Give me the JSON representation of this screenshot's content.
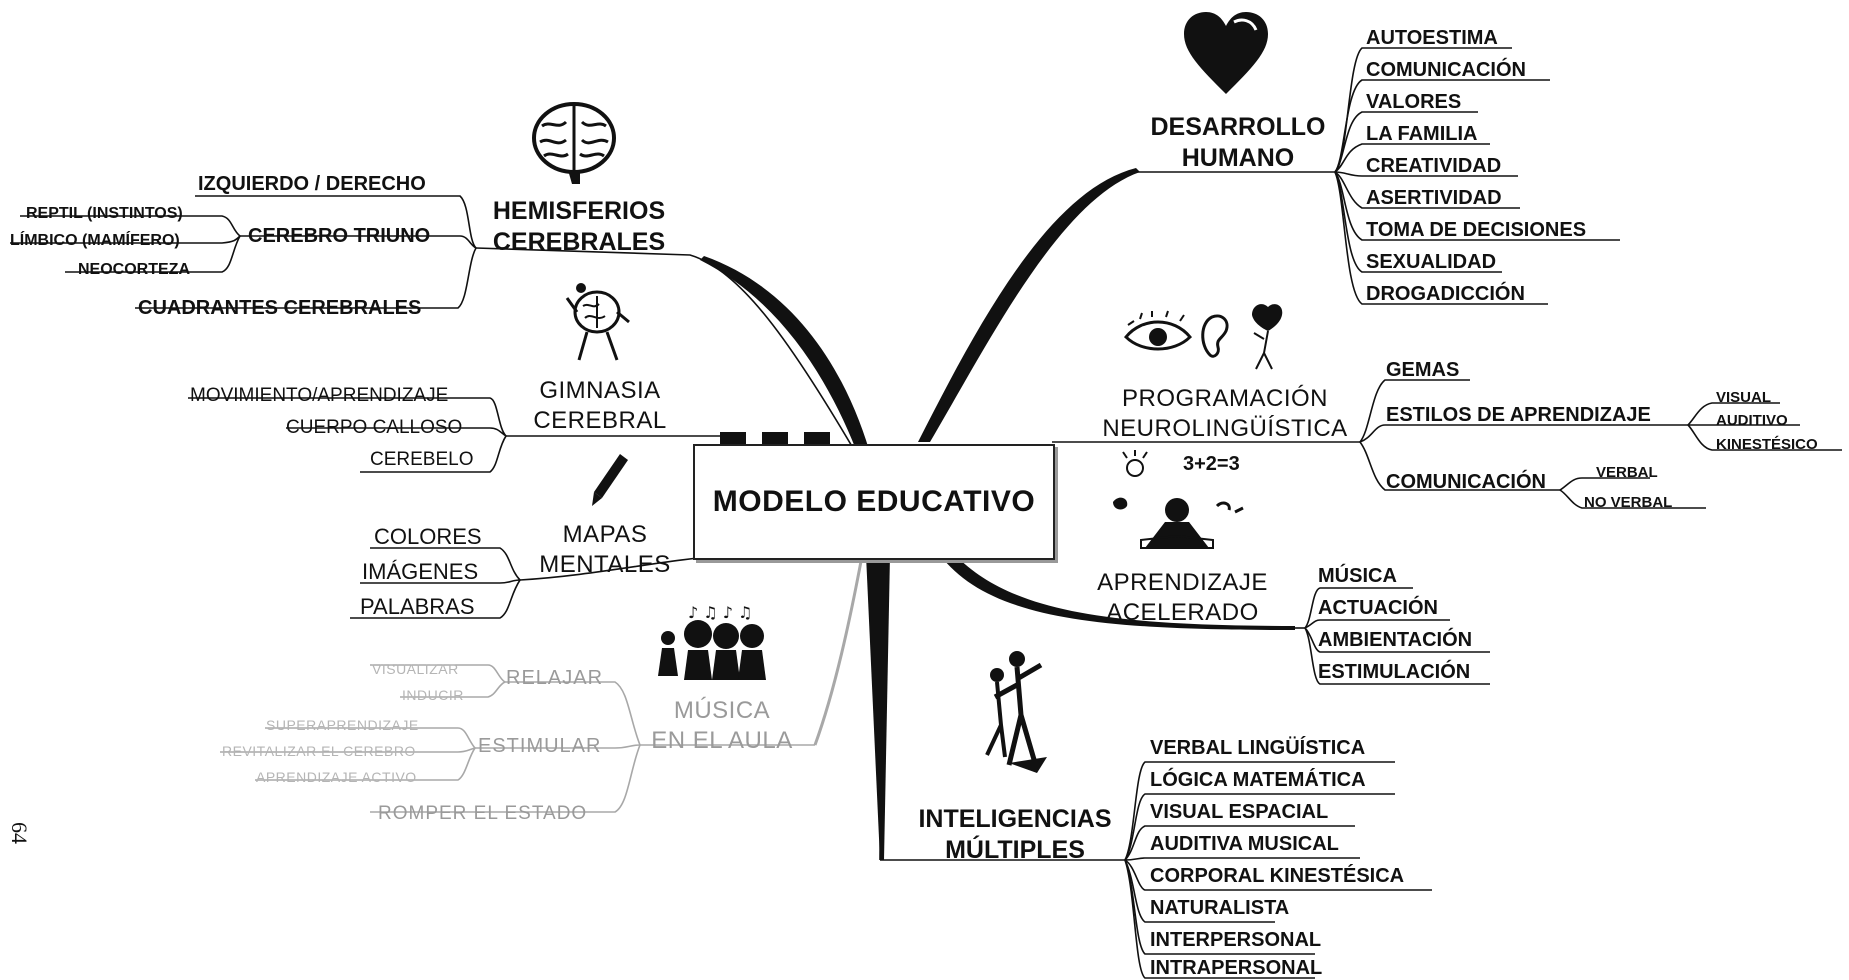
{
  "center": {
    "label": "MODELO EDUCATIVO"
  },
  "page_number": "64",
  "branches": {
    "desarrollo_humano": {
      "title_line1": "DESARROLLO",
      "title_line2": "HUMANO",
      "icon": "heart-icon",
      "items": [
        "AUTOESTIMA",
        "COMUNICACIÓN",
        "VALORES",
        "LA FAMILIA",
        "CREATIVIDAD",
        "ASERTIVIDAD",
        "TOMA DE DECISIONES",
        "SEXUALIDAD",
        "DROGADICCIÓN"
      ]
    },
    "pnl": {
      "title_line1": "PROGRAMACIÓN",
      "title_line2": "NEUROLINGÜÍSTICA",
      "icon": "eye-ear-heart-icon",
      "gemas": "GEMAS",
      "estilos": "ESTILOS DE APRENDIZAJE",
      "estilos_items": [
        "VISUAL",
        "AUDITIVO",
        "KINESTÉSICO"
      ],
      "comunicacion": "COMUNICACIÓN",
      "comunicacion_items": [
        "VERBAL",
        "NO VERBAL"
      ]
    },
    "aprendizaje_acelerado": {
      "title_line1": "APRENDIZAJE",
      "title_line2": "ACELERADO",
      "icon": "student-reading-icon",
      "items": [
        "MÚSICA",
        "ACTUACIÓN",
        "AMBIENTACIÓN",
        "ESTIMULACIÓN"
      ]
    },
    "inteligencias": {
      "title_line1": "INTELIGENCIAS",
      "title_line2": "MÚLTIPLES",
      "icon": "dancing-figures-icon",
      "items": [
        "VERBAL LINGÜÍSTICA",
        "LÓGICA MATEMÁTICA",
        "VISUAL ESPACIAL",
        "AUDITIVA MUSICAL",
        "CORPORAL KINESTÉSICA",
        "NATURALISTA",
        "INTERPERSONAL",
        "INTRAPERSONAL"
      ]
    },
    "hemisferios": {
      "title_line1": "HEMISFERIOS",
      "title_line2": "CEREBRALES",
      "icon": "brain-icon",
      "izq_der": "IZQUIERDO / DERECHO",
      "triuno": "CEREBRO TRIUNO",
      "triuno_items": [
        "REPTIL (INSTINTOS)",
        "LÍMBICO (MAMÍFERO)",
        "NEOCORTEZA"
      ],
      "cuadrantes": "CUADRANTES CEREBRALES"
    },
    "gimnasia": {
      "title_line1": "GIMNASIA",
      "title_line2": "CEREBRAL",
      "icon": "exercising-brain-icon",
      "items": [
        "MOVIMIENTO/APRENDIZAJE",
        "CUERPO CALLOSO",
        "CEREBELO"
      ]
    },
    "mapas": {
      "title_line1": "MAPAS",
      "title_line2": "MENTALES",
      "icon": "pencil-icon",
      "items": [
        "COLORES",
        "IMÁGENES",
        "PALABRAS"
      ]
    },
    "musica": {
      "title_line1": "MÚSICA",
      "title_line2": "EN EL AULA",
      "icon": "musicians-icon",
      "relajar": "RELAJAR",
      "relajar_items": [
        "VISUALIZAR",
        "INDUCIR"
      ],
      "estimular": "ESTIMULAR",
      "estimular_items": [
        "SUPERAPRENDIZAJE",
        "REVITALIZAR EL CEREBRO",
        "APRENDIZAJE ACTIVO"
      ],
      "romper": "ROMPER EL ESTADO"
    }
  }
}
